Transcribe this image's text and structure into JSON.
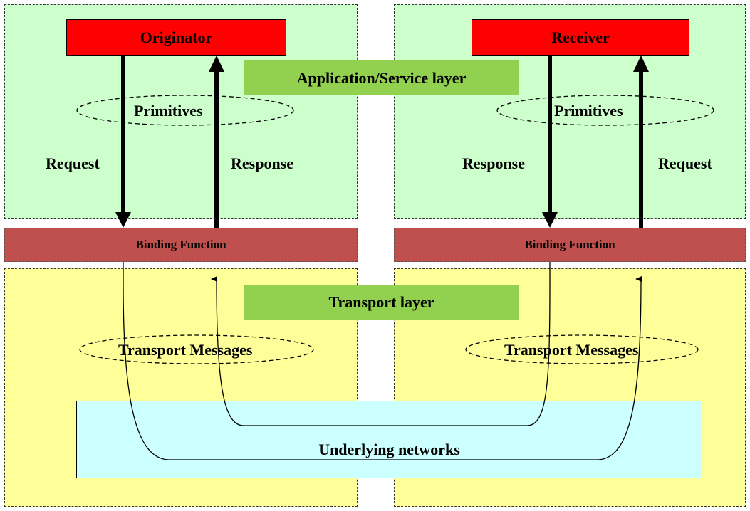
{
  "left": {
    "node_label": "Originator",
    "binding_label": "Binding Function",
    "primitives_label": "Primitives",
    "down_label": "Request",
    "up_label": "Response",
    "transport_messages_label": "Transport Messages"
  },
  "right": {
    "node_label": "Receiver",
    "binding_label": "Binding Function",
    "primitives_label": "Primitives",
    "down_label": "Response",
    "up_label": "Request",
    "transport_messages_label": "Transport Messages"
  },
  "layers": {
    "application": "Application/Service layer",
    "transport": "Transport layer"
  },
  "network_label": "Underlying networks",
  "colors": {
    "application_zone": "#ccffcc",
    "transport_zone": "#ffff99",
    "node": "#ff0000",
    "binding": "#c0504d",
    "layer_label": "#92d050",
    "network": "#ccffff"
  }
}
